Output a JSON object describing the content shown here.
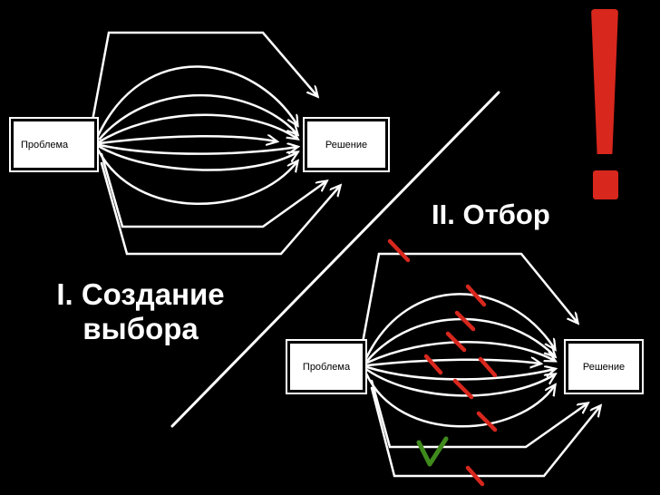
{
  "diagram1": {
    "problem_label": "Проблема",
    "solution_label": "Решение",
    "caption_line1": "I. Создание",
    "caption_line2": "выбора"
  },
  "diagram2": {
    "problem_label": "Проблема",
    "solution_label": "Решение",
    "caption": "II. Отбор"
  },
  "exclamation_mark": "!",
  "colors": {
    "background": "#000000",
    "line": "#ffffff",
    "cross_marks": "#d8271d",
    "check_mark": "#3f8a1c",
    "exclamation": "#d8271d"
  }
}
